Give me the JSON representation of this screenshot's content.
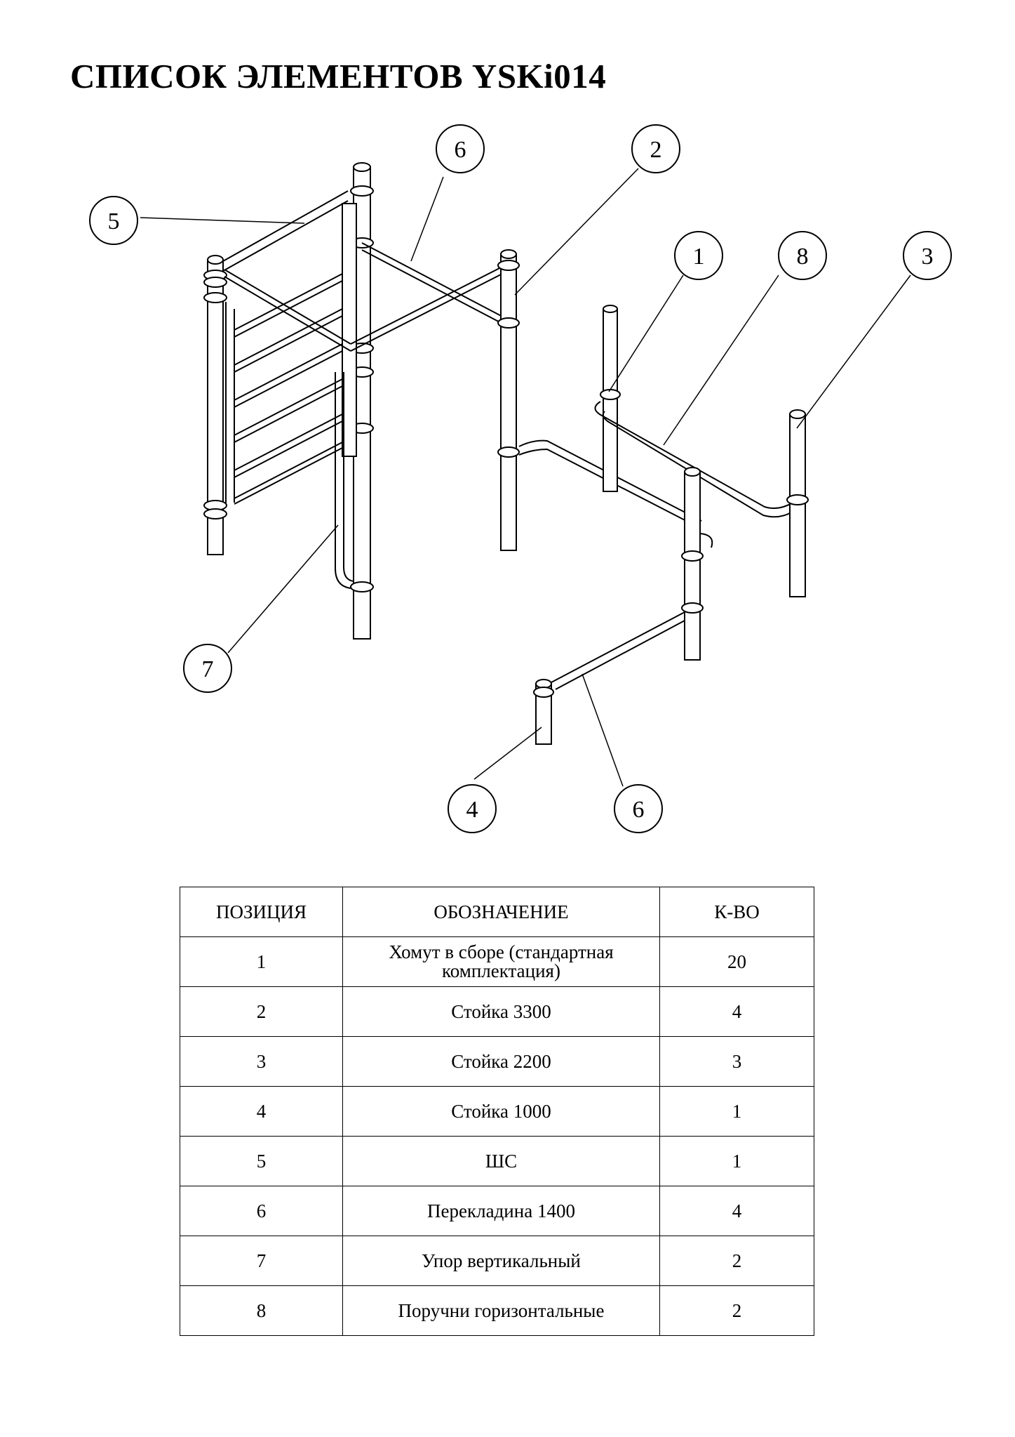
{
  "title": "СПИСОК ЭЛЕМЕНТОВ YSKi014",
  "callouts": [
    "6",
    "2",
    "5",
    "1",
    "8",
    "3",
    "7",
    "4",
    "6"
  ],
  "table": {
    "headers": [
      "ПОЗИЦИЯ",
      "ОБОЗНАЧЕНИЕ",
      "К-ВО"
    ],
    "rows": [
      [
        "1",
        "Хомут в сборе (стандартная комплектация)",
        "20"
      ],
      [
        "2",
        "Стойка 3300",
        "4"
      ],
      [
        "3",
        "Стойка 2200",
        "3"
      ],
      [
        "4",
        "Стойка 1000",
        "1"
      ],
      [
        "5",
        "ШС",
        "1"
      ],
      [
        "6",
        "Перекладина 1400",
        "4"
      ],
      [
        "7",
        "Упор вертикальный",
        "2"
      ],
      [
        "8",
        "Поручни горизонтальные",
        "2"
      ]
    ]
  }
}
